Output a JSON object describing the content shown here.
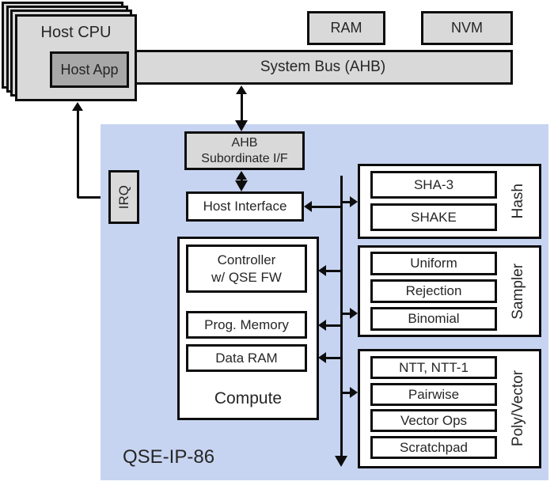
{
  "diagram": {
    "title": "QSE-IP-86",
    "colors": {
      "container_blue": "#c7d4f1",
      "box_gray": "#d9d9d9",
      "app_gray": "#a8a8a8",
      "box_white": "#ffffff",
      "line_black": "#0d0d0d"
    }
  },
  "host_cpu": {
    "title": "Host CPU",
    "app_label": "Host App"
  },
  "system_bus": {
    "label": "System Bus (AHB)"
  },
  "memories": {
    "ram_label": "RAM",
    "nvm_label": "NVM"
  },
  "irq": {
    "label": "IRQ"
  },
  "ahb_subordinate": {
    "line1": "AHB",
    "line2": "Subordinate I/F"
  },
  "host_interface": {
    "label": "Host Interface"
  },
  "compute": {
    "label": "Compute",
    "controller_line1": "Controller",
    "controller_line2": "w/ QSE FW",
    "prog_memory": "Prog. Memory",
    "data_ram": "Data RAM"
  },
  "hash_unit": {
    "label": "Hash",
    "items": [
      "SHA-3",
      "SHAKE"
    ]
  },
  "sampler_unit": {
    "label": "Sampler",
    "items": [
      "Uniform",
      "Rejection",
      "Binomial"
    ]
  },
  "poly_vector_unit": {
    "label": "Poly/Vector",
    "items": [
      "NTT, NTT-1",
      "Pairwise",
      "Vector Ops",
      "Scratchpad"
    ]
  }
}
